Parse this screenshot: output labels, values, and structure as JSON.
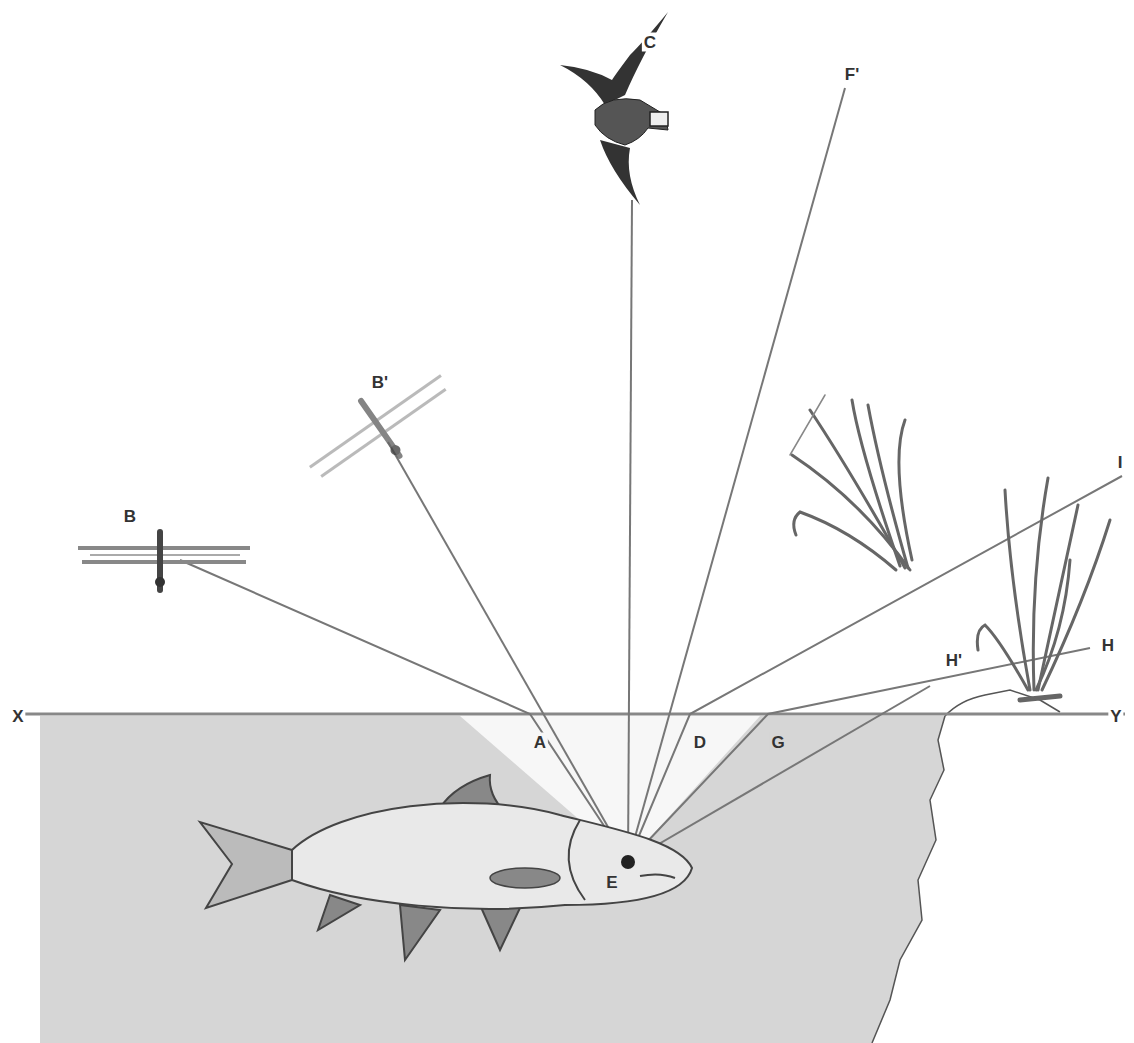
{
  "diagram": {
    "labels": [
      "C",
      "F'",
      "B'",
      "I",
      "B",
      "H'",
      "H",
      "X",
      "A",
      "D",
      "G",
      "Y",
      "E"
    ]
  }
}
